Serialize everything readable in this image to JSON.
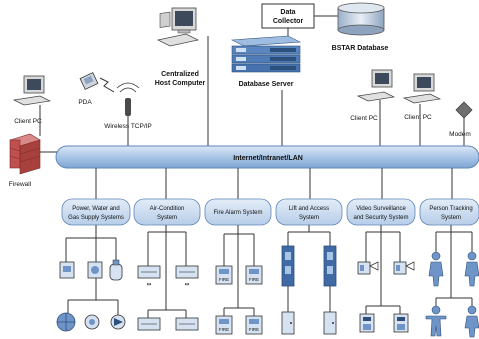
{
  "top": {
    "data_collector": "Data Collector",
    "database_name": "BSTAR Database",
    "database_server": "Database Server",
    "host_line1": "Centralized",
    "host_line2": "Host Computer",
    "pda": "PDA",
    "wireless": "Wireless TCP/IP",
    "client_pc_left": "Client PC",
    "client_pc_right1": "Client PC",
    "client_pc_right2": "Client PC",
    "modem": "Modem",
    "firewall": "Firewall"
  },
  "bus": {
    "label": "Internet/Intranet/LAN"
  },
  "subsystems": [
    {
      "line1": "Power, Water and",
      "line2": "Gas Supply Systems"
    },
    {
      "line1": "Air-Condition",
      "line2": "System"
    },
    {
      "line1": "Fire Alarm System",
      "line2": ""
    },
    {
      "line1": "Lift and Access",
      "line2": "System"
    },
    {
      "line1": "Video Surveillance",
      "line2": "and Security System"
    },
    {
      "line1": "Person Tracking",
      "line2": "System"
    }
  ],
  "device_labels": {
    "fire": "FIRE"
  },
  "colors": {
    "bus": "#a9c5e6",
    "subsystem_fill": "#c9dbf0",
    "firewall": "#c0504d",
    "device_blue": "#6f95c8",
    "device_dark": "#2d4f7c",
    "stroke": "#333333"
  }
}
